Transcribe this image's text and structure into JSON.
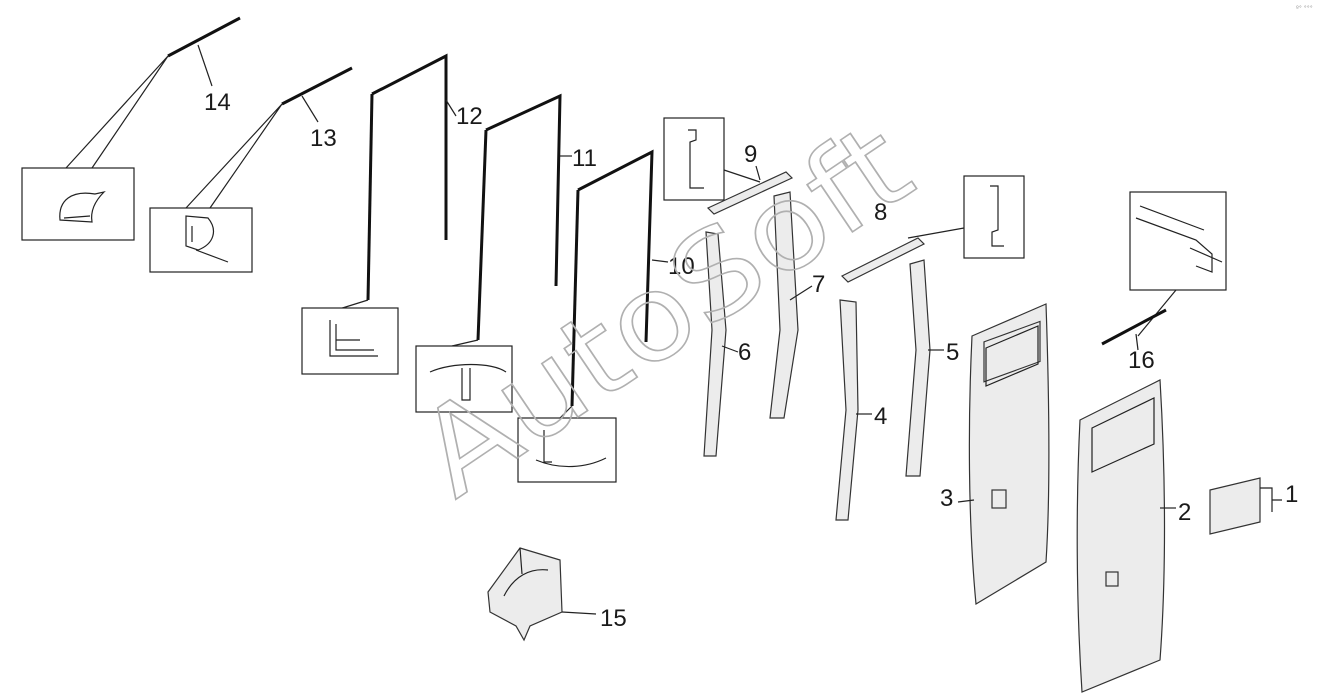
{
  "watermark": "AutoSoft",
  "corner_mark": "º° °°°",
  "callouts": [
    "1",
    "2",
    "3",
    "4",
    "5",
    "6",
    "7",
    "8",
    "9",
    "10",
    "11",
    "12",
    "13",
    "14",
    "15",
    "16"
  ]
}
